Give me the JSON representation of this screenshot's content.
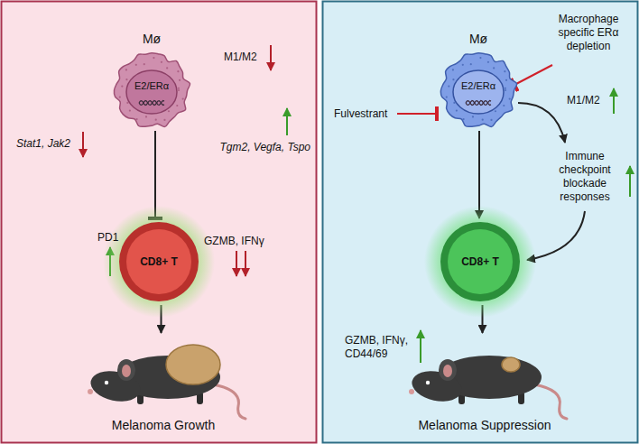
{
  "diagram": {
    "nodes": [
      {
        "text": [
          "Mø",
          "E2/ERα"
        ]
      },
      {
        "text": [
          "CD8+ T"
        ]
      },
      {
        "text": [
          "Melanoma Growth"
        ]
      },
      {
        "text": [
          "Mø",
          "E2/ERα"
        ]
      },
      {
        "text": [
          "CD8+ T"
        ]
      },
      {
        "text": [
          "Melanoma Suppression"
        ]
      }
    ],
    "edges": [
      {
        "from": 0,
        "to": 1,
        "arrow": "to"
      },
      {
        "from": 1,
        "to": 2,
        "arrow": "to"
      },
      {
        "from": 3,
        "to": 4,
        "arrow": "to"
      },
      {
        "from": 4,
        "to": 5,
        "arrow": "to"
      }
    ],
    "labels": [
      "Stat1, Jak2",
      "M1/M2",
      "Tgm2, Vegfa, Tspo",
      "PD1",
      "GZMB, IFNγ",
      "Fulvestrant",
      "Macrophage specific ERα depletion",
      "M1/M2",
      "Immune checkpoint blockade responses",
      "GZMB, IFNγ, CD44/69"
    ]
  }
}
